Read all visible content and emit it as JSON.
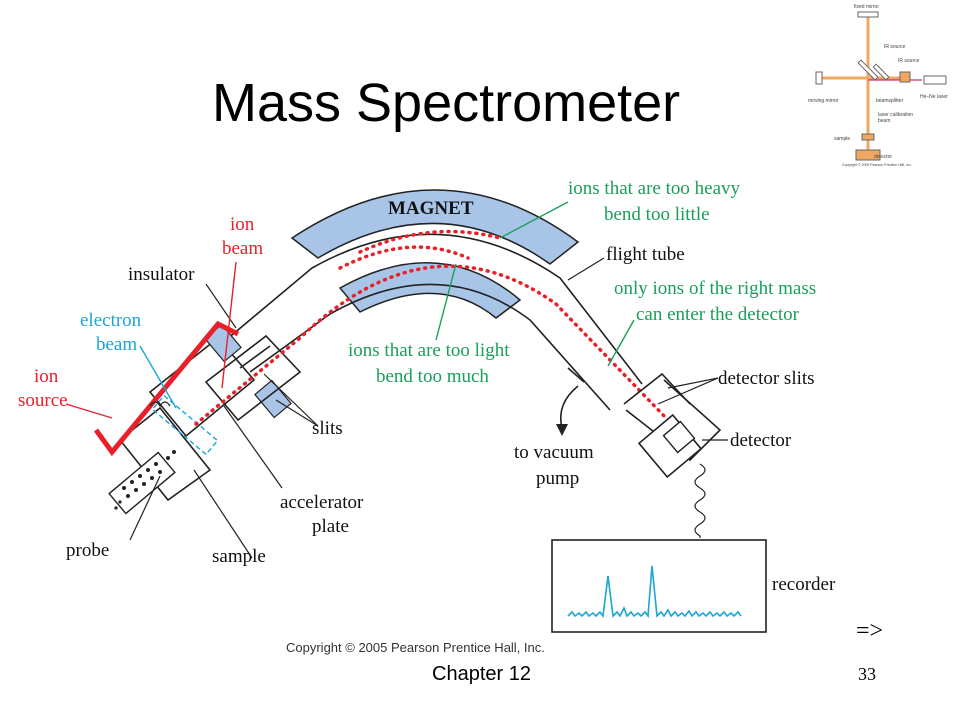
{
  "slide": {
    "title": "Mass Spectrometer",
    "footer_chapter": "Chapter 12",
    "page_number": "33",
    "next_arrow": "=>",
    "copyright": "Copyright © 2005 Pearson Prentice Hall, Inc."
  },
  "diagram": {
    "magnet": "MAGNET",
    "ion_beam": [
      "ion",
      "beam"
    ],
    "insulator": "insulator",
    "electron_beam": [
      "electron",
      "beam"
    ],
    "ion_source": [
      "ion",
      "source"
    ],
    "probe": "probe",
    "sample": "sample",
    "accelerator_plate": [
      "accelerator",
      "plate"
    ],
    "slits": "slits",
    "too_heavy": [
      "ions that are too heavy",
      "bend too little"
    ],
    "flight_tube": "flight tube",
    "right_mass": [
      "only ions of the right mass",
      "can enter the detector"
    ],
    "too_light": [
      "ions that are too light",
      "bend too much"
    ],
    "detector_slits": "detector slits",
    "detector": "detector",
    "vacuum_pump": [
      "to vacuum",
      "pump"
    ],
    "recorder": "recorder"
  },
  "inset": {
    "fixed_mirror": "fixed mirror",
    "ir_source_1": "IR source",
    "ir_source_2": "IR source",
    "moving_mirror": "moving mirror",
    "beamsplitter": "beamsplitter",
    "he_ne_laser": "He–Ne laser",
    "laser_calibration": [
      "laser calibration",
      "beam"
    ],
    "sample": "sample",
    "detector": "detector",
    "copyright": "Copyright © 2005 Pearson Prentice Hall, Inc."
  },
  "colors": {
    "red": "#e8202a",
    "green": "#1a9e5a",
    "cyan": "#1aa6d6",
    "magnet_fill": "#a8c4e6",
    "inset_orange": "#f0a860",
    "inset_magenta": "#d0307a"
  }
}
